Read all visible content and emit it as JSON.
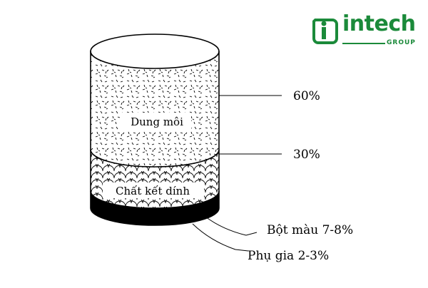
{
  "logo": {
    "brand": "intech",
    "sub": "GROUP",
    "color": "#1b8a3a"
  },
  "diagram": {
    "layers": {
      "solvent": "Dung môi",
      "binder": "Chất kết dính"
    },
    "labels": {
      "solvent_pct": "60%",
      "binder_pct": "30%",
      "pigment": "Bột màu 7-8%",
      "additive": "Phụ gia 2-3%"
    },
    "colors": {
      "stroke": "#000000",
      "base": "#000000"
    }
  }
}
